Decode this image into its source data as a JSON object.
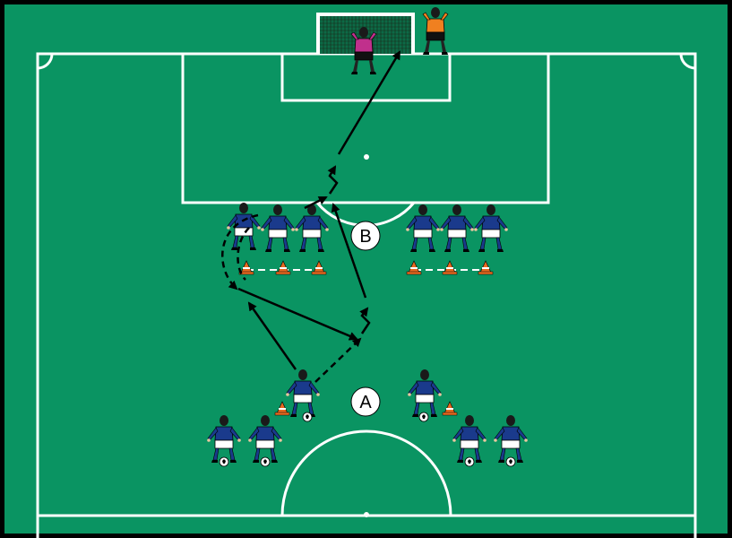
{
  "colors": {
    "pitch": "#0a9462",
    "lines": "#ffffff",
    "shirt": "#1a3a8c",
    "shorts": "#ffffff",
    "keeper_pink": "#c0308c",
    "keeper_orange": "#f08020",
    "cone": "#e86a20",
    "arrow": "#000000"
  },
  "stations": [
    {
      "id": "A",
      "label": "A"
    },
    {
      "id": "B",
      "label": "B"
    }
  ]
}
